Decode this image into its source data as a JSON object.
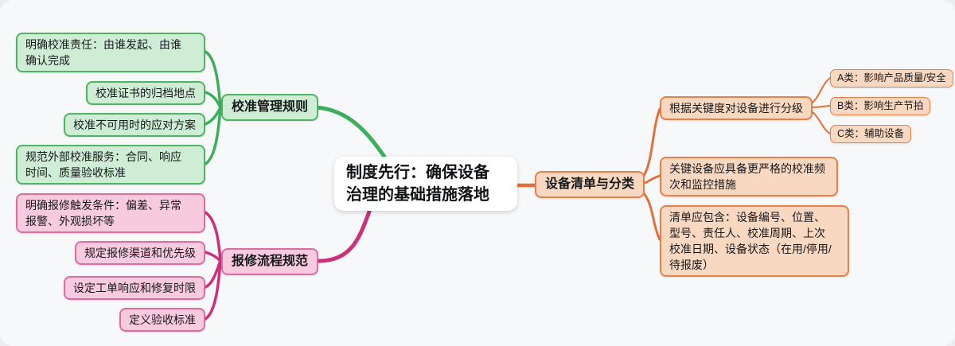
{
  "colors": {
    "green_line": "#3caf5c",
    "pink_line": "#ce2f7b",
    "orange_line": "#e56f38",
    "green_fill": "#cfecd4",
    "pink_fill": "#f7cadd",
    "orange_fill": "#f9d8c1",
    "canvas_bg": "#f7f8fa"
  },
  "center": {
    "text": "制度先行：确保设备\n治理的基础措施落地"
  },
  "branches": {
    "calibration": {
      "label": "校准管理规则",
      "children": [
        {
          "text": "明确校准责任：由谁发起、由谁\n确认完成"
        },
        {
          "text": "校准证书的归档地点"
        },
        {
          "text": "校准不可用时的应对方案"
        },
        {
          "text": "规范外部校准服务：合同、响应\n时间、质量验收标准"
        }
      ]
    },
    "repair": {
      "label": "报修流程规范",
      "children": [
        {
          "text": "明确报修触发条件：偏差、异常\n报警、外观损坏等"
        },
        {
          "text": "规定报修渠道和优先级"
        },
        {
          "text": "设定工单响应和修复时限"
        },
        {
          "text": "定义验收标准"
        }
      ]
    },
    "inventory": {
      "label": "设备清单与分类",
      "children": [
        {
          "text": "根据关键度对设备进行分级",
          "children": [
            {
              "text": "A类：影响产品质量/安全"
            },
            {
              "text": "B类：影响生产节拍"
            },
            {
              "text": "C类：辅助设备"
            }
          ]
        },
        {
          "text": "关键设备应具备更严格的校准频\n次和监控措施"
        },
        {
          "text": "清单应包含：设备编号、位置、\n型号、责任人、校准周期、上次\n校准日期、设备状态（在用/停用/\n待报废）"
        }
      ]
    }
  }
}
